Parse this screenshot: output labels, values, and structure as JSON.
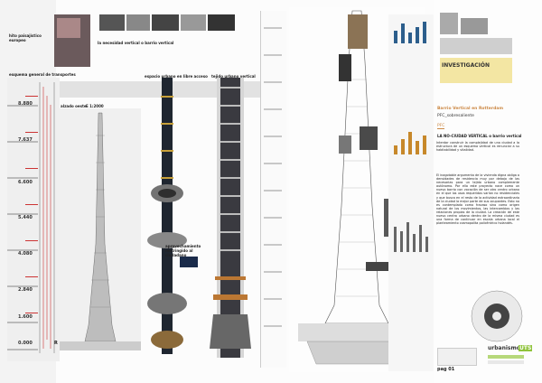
{
  "sheet": {
    "left_column": {
      "title": "hito paisajístico europeo",
      "section_transport": "esquema general de transportes",
      "levels": [
        "8.880",
        "7.637",
        "6.600",
        "5.440",
        "4.080",
        "2.840",
        "1.600",
        "0.000"
      ],
      "bottom_marker": "R"
    },
    "middle": {
      "heading_vertical_city": "la necesidad vertical o barrio vertical",
      "label_alzado": "alzado oeste",
      "label_scale": "E 1:2000",
      "heading_urban_space": "espacio urbano en libre acceso",
      "heading_urban_tower": "tejido urbano vertical",
      "heading_reuse": "aprovechamiento restringido al ciudadano"
    },
    "right_panel": {
      "investigacion": "INVESTIGACIÓN",
      "title_line1": "Barrio Vertical en Rotterdam",
      "title_line2": "PFC_sobresaliente",
      "tag": "PFC",
      "subheading": "LA NO-CIUDAD VERTICAL o barrio vertical",
      "paragraph1": "Intentar construir la complejidad de una ciudad a la estructura de un esquema vertical es renunciar a su habitabilidad y vitalidad.",
      "paragraph2": "El inagotable argumento de la vivienda digna obliga a densidades de residencia muy por debajo de las necesarias para un tejido urbano complemente autónomo. Por ello este proyecto nace como un nuevo barrio con vocación de ser otro centro urbano en el que los usos requeridos varían no residenciales y que busca en el resto de la actividad extraordinaria de la ciudad la mejor parte de sus ocupantes. Esto no es contemplado como fracaso sino como origen natural de los movimientos, las intercambios y las relaciones propias de la ciudad. La creación de este nuevo centro urbano dentro de la misma ciudad es una forma de continuar en escala urbana local el planteamiento cosmopolita policéntrico holandés.",
      "category": "urbanismo",
      "category_code": "UTS",
      "page_label": "pag 01",
      "legend_lines": [
        "",
        ""
      ]
    }
  }
}
